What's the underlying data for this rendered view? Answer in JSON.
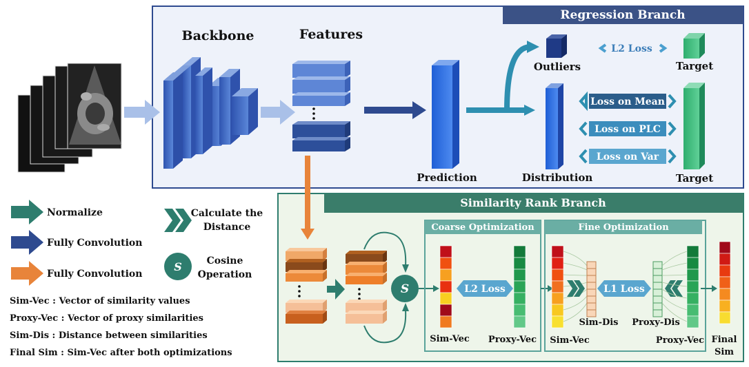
{
  "regression": {
    "title": "Regression Branch",
    "backbone": "Backbone",
    "features": "Features",
    "prediction": "Prediction",
    "outliers": "Outliers",
    "distribution": "Distribution",
    "target_top": "Target",
    "target_bottom": "Target",
    "l2_loss": "L2 Loss",
    "loss_mean": "Loss on Mean",
    "loss_plc": "Loss on PLC",
    "loss_var": "Loss on Var"
  },
  "similarity": {
    "title": "Similarity Rank Branch",
    "coarse_title": "Coarse Optimization",
    "fine_title": "Fine Optimization",
    "l2_loss": "L2 Loss",
    "l1_loss": "L1 Loss",
    "sim_vec_1": "Sim-Vec",
    "proxy_vec_1": "Proxy-Vec",
    "sim_vec_2": "Sim-Vec",
    "sim_dis": "Sim-Dis",
    "proxy_dis": "Proxy-Dis",
    "proxy_vec_2": "Proxy-Vec",
    "final_1": "Final",
    "final_2": "Sim",
    "s_symbol": "S"
  },
  "legend": {
    "normalize": "Normalize",
    "fc_blue": "Fully Convolution",
    "fc_orange": "Fully Convolution",
    "calc_1": "Calculate the",
    "calc_2": "Distance",
    "cos_1": "Cosine",
    "cos_2": "Operation",
    "s_symbol": "S",
    "def_sim_vec": "Sim-Vec : Vector of similarity values",
    "def_proxy_vec": "Proxy-Vec : Vector of proxy similarities",
    "def_sim_dis": "Sim-Dis : Distance between similarities",
    "def_final_sim": "Final Sim : Sim-Vec after both optimizations"
  },
  "colors": {
    "blue_dark": "#2e4a8f",
    "blue_block": "#4a72c4",
    "teal": "#2e7d6e",
    "orange": "#e8843a",
    "loss_box": "#3b8dbd",
    "region_blue": "#eef2fa",
    "region_green": "#eef5ea"
  }
}
